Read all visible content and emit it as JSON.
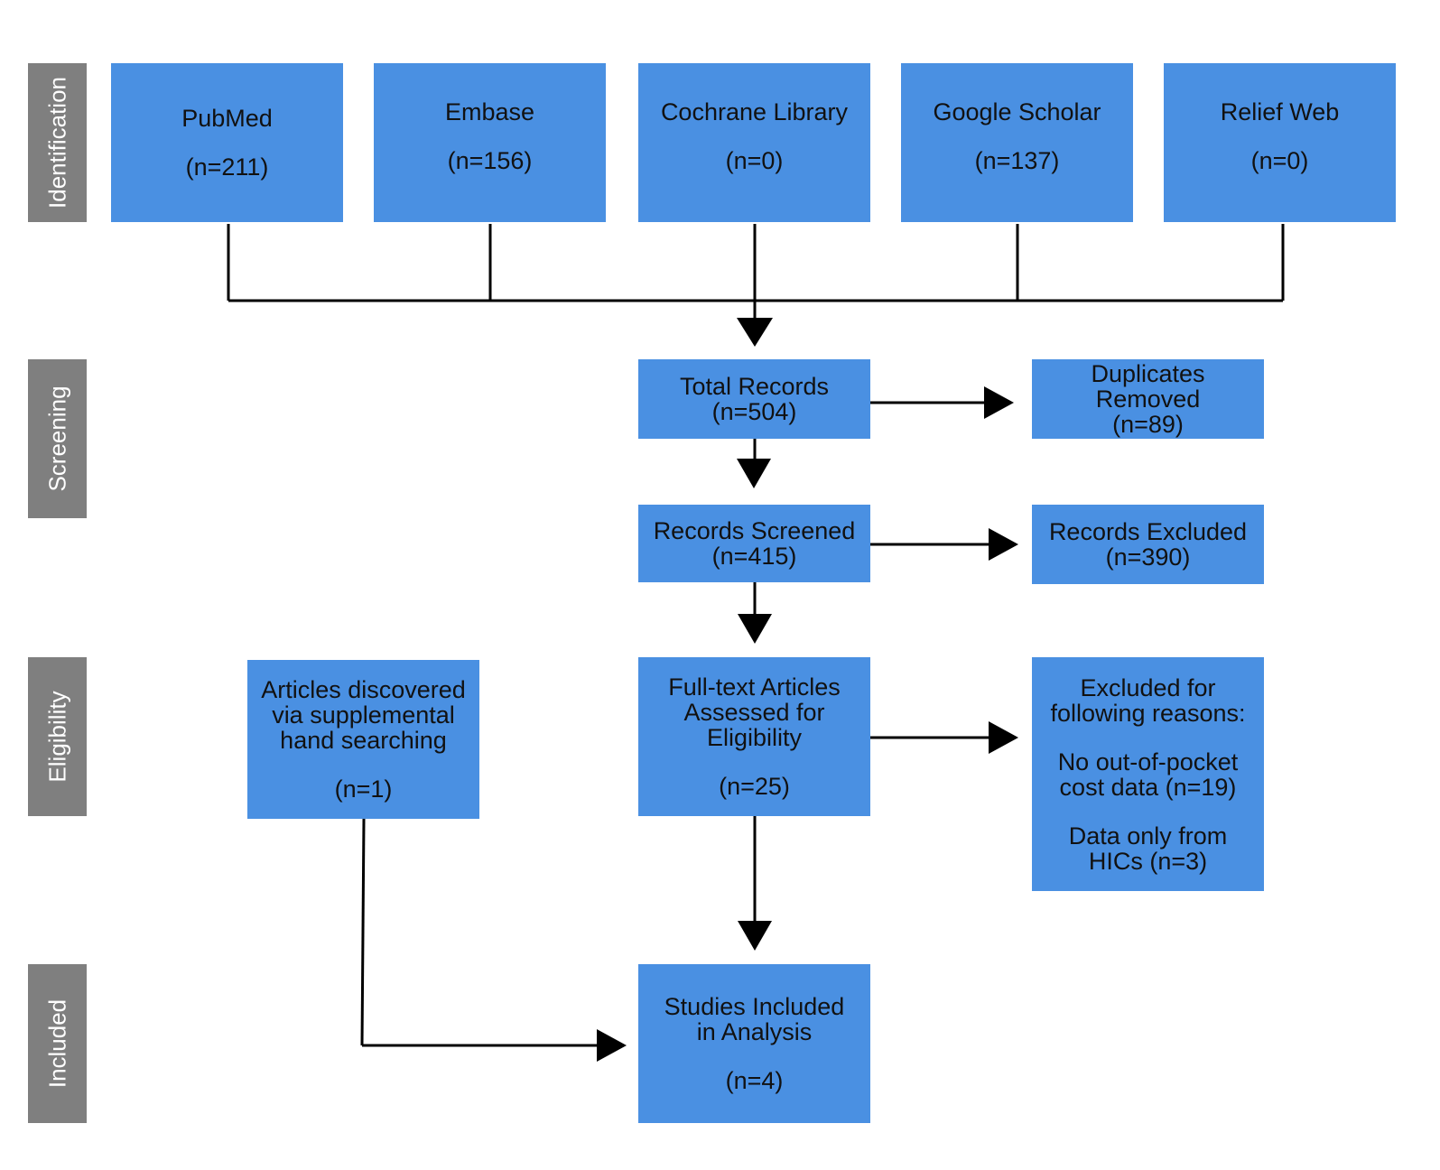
{
  "phases": {
    "identification": "Identification",
    "screening": "Screening",
    "eligibility": "Eligibility",
    "included": "Included"
  },
  "sources": [
    {
      "name": "PubMed",
      "count": "(n=211)"
    },
    {
      "name": "Embase",
      "count": "(n=156)"
    },
    {
      "name": "Cochrane Library",
      "count": "(n=0)"
    },
    {
      "name": "Google Scholar",
      "count": "(n=137)"
    },
    {
      "name": "Relief Web",
      "count": "(n=0)"
    }
  ],
  "total_records": {
    "label": "Total Records\n(n=504)"
  },
  "duplicates": {
    "label": "Duplicates\nRemoved\n(n=89)"
  },
  "records_screened": {
    "label": "Records Screened\n(n=415)"
  },
  "records_excluded": {
    "label": "Records Excluded\n(n=390)"
  },
  "supplemental": {
    "label": "Articles discovered\nvia supplemental\nhand searching",
    "count": "(n=1)"
  },
  "full_text": {
    "label": "Full-text Articles\nAssessed for\nEligibility",
    "count": "(n=25)"
  },
  "excluded_reasons": {
    "heading": "Excluded for\nfollowing reasons:",
    "reason1": "No out-of-pocket\ncost data (n=19)",
    "reason2": "Data only from\nHICs (n=3)"
  },
  "included": {
    "label": "Studies Included\nin Analysis",
    "count": "(n=4)"
  },
  "colors": {
    "box": "#4a90e2",
    "phase": "#7f7f7f",
    "line": "#000000"
  }
}
